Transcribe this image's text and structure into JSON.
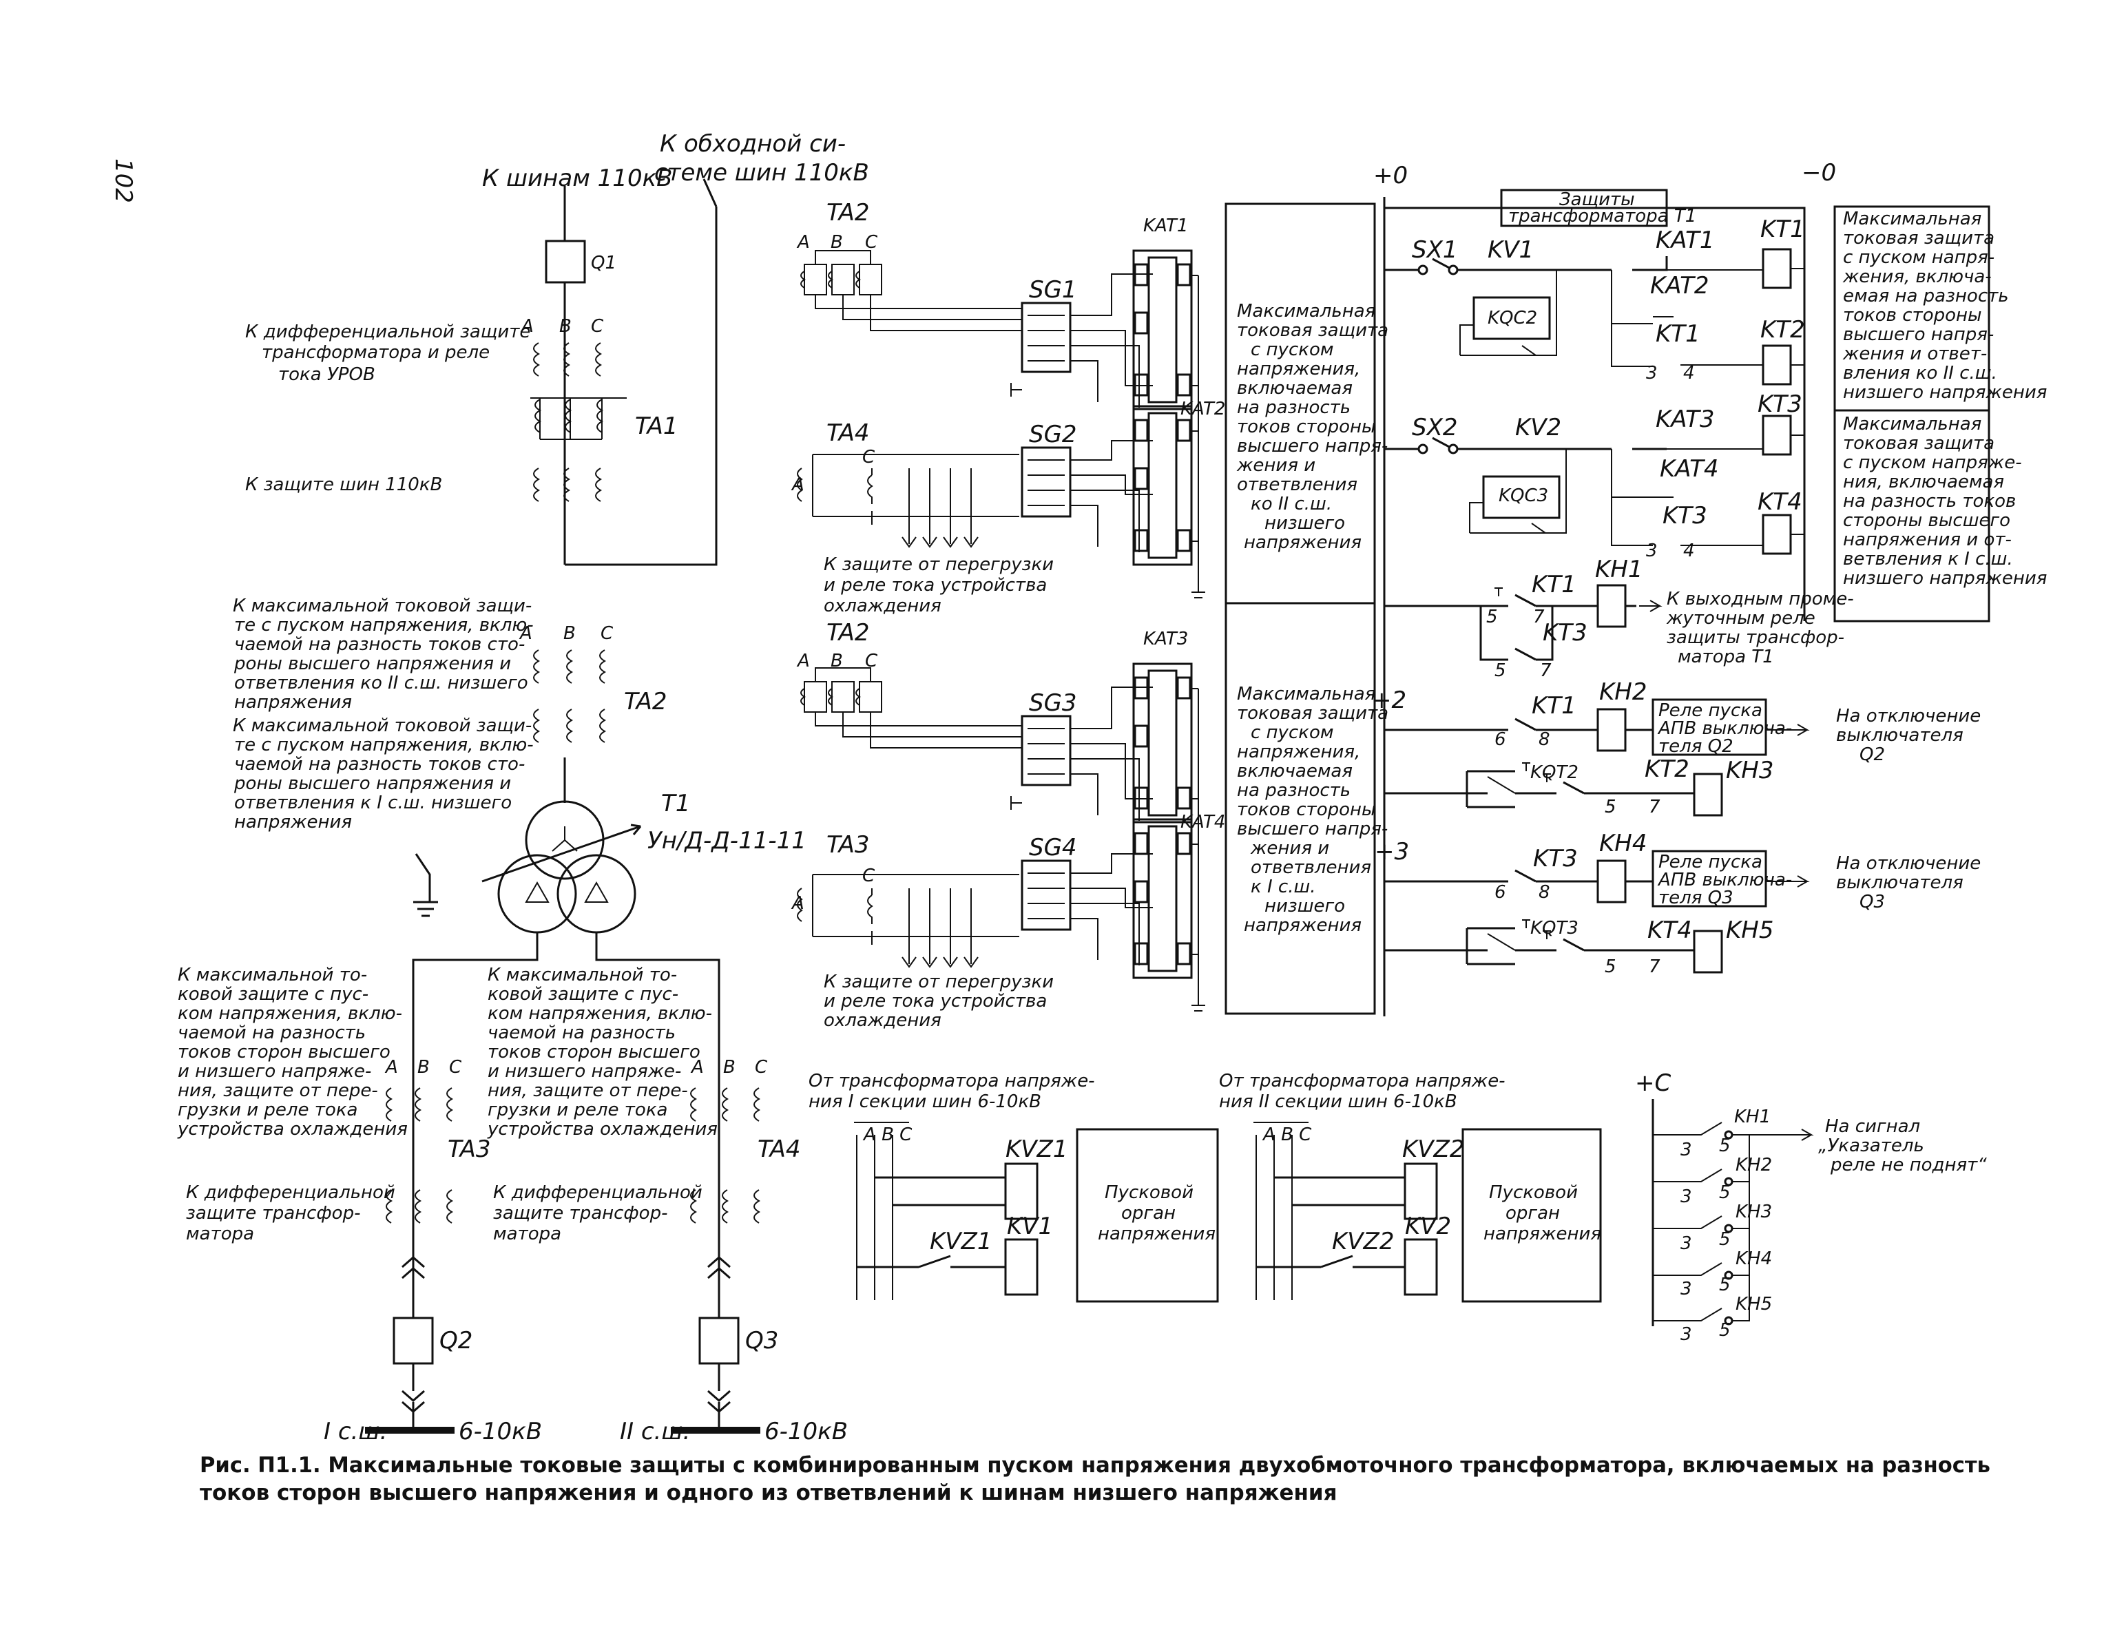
{
  "page_number": "102",
  "caption": {
    "line1": "Рис. П1.1. Максимальные токовые защиты с комбинированным пуском напряжения двухобмоточного трансформатора, включаемых на разность",
    "line2": "токов сторон высшего напряжения и одного из ответвлений к шинам низшего напряжения"
  },
  "top": {
    "to_buses": "К шинам 110кВ",
    "bypass_1": "К обходной си-",
    "bypass_2": "стеме шин 110кВ",
    "q1": "Q1"
  },
  "phases": [
    "A",
    "B",
    "C"
  ],
  "left_notes": {
    "diff_1": "К дифференциальной защите",
    "diff_2": "трансформатора и реле",
    "diff_3": "тока УРОВ",
    "bus": "К защите шин 110кВ",
    "ta1": "TA1",
    "ta2": "TA2",
    "n1": [
      "К максимальной токовой защи-",
      "те с пуском напряжения, вклю-",
      "чаемой на разность токов сто-",
      "роны высшего напряжения и",
      "ответвления ко II с.ш. низшего",
      "напряжения"
    ],
    "n2": [
      "К максимальной токовой защи-",
      "те с пуском напряжения, вклю-",
      "чаемой на разность токов сто-",
      "роны высшего напряжения и",
      "ответвления к I с.ш. низшего",
      "напряжения"
    ]
  },
  "transformer": {
    "name": "T1",
    "group": "Ун/Д-Д-11-11"
  },
  "lower": {
    "left_note": [
      "К максимальной то-",
      "ковой защите с пус-",
      "ком напряжения, вклю-",
      "чаемой на разность",
      "токов сторон высшего",
      "и низшего напряже-",
      "ния, защите от пере-",
      "грузки и реле тока",
      "устройства охлаждения"
    ],
    "left_diff": [
      "К дифференциальной",
      "защите трансфор-",
      "матора"
    ],
    "mid_note": [
      "К максимальной то-",
      "ковой защите с пус-",
      "ком напряжения, вклю-",
      "чаемой на разность",
      "токов сторон высшего",
      "и низшего напряже-",
      "ния, защите от пере-",
      "грузки и реле тока",
      "устройства охлаждения"
    ],
    "mid_diff": [
      "К дифференциальной",
      "защите трансфор-",
      "матора"
    ],
    "ta3": "TA3",
    "ta4": "TA4",
    "q2": "Q2",
    "q3": "Q3",
    "bus1": "I с.ш.",
    "bus2": "II с.ш.",
    "kv": "6-10кВ"
  },
  "circuit": {
    "ta2": "TA2",
    "ta4": "TA4",
    "ta3": "TA3",
    "sg1": "SG1",
    "sg2": "SG2",
    "sg3": "SG3",
    "sg4": "SG4",
    "kat1": "KAT1",
    "kat2": "KAT2",
    "kat3": "KAT3",
    "kat4": "KAT4",
    "overload_1": [
      "К защите от перегрузки",
      "и реле тока устройства",
      "охлаждения"
    ],
    "overload_2": [
      "К защите от перегрузки",
      "и реле тока устройства",
      "охлаждения"
    ],
    "box1": [
      "Максимальная",
      "токовая защита",
      "с пуском",
      "напряжения,",
      "включаемая",
      "на разность",
      "токов стороны",
      "высшего напря-",
      "жения и",
      "ответвления",
      "ко II с.ш.",
      "низшего",
      "напряжения"
    ],
    "box2": [
      "Максимальная",
      "токовая защита",
      "с пуском",
      "напряжения,",
      "включаемая",
      "на разность",
      "токов стороны",
      "высшего напря-",
      "жения и",
      "ответвления",
      "к I с.ш.",
      "низшего",
      "напряжения"
    ]
  },
  "logic": {
    "plus0": "+0",
    "minus0": "−0",
    "prot_t1": [
      "Защиты",
      "трансформатора Т1"
    ],
    "sx1": "SX1",
    "sx2": "SX2",
    "kv1": "KV1",
    "kv2": "KV2",
    "kqc2": "KQC2",
    "kqc3": "KQC3",
    "kat1": "KAT1",
    "kat2": "KAT2",
    "kat3": "KAT3",
    "kat4": "KAT4",
    "kt1": "KT1",
    "kt2": "KT2",
    "kt3": "KT3",
    "kt4": "KT4",
    "kh1": "KH1",
    "kh2": "KH2",
    "kh3": "KH3",
    "kh4": "KH4",
    "kh5": "KH5",
    "kqt2": "KQT2",
    "kqt3": "KQT3",
    "plus2": "+2",
    "plus3": "+3",
    "plusc": "+C",
    "out_relays": [
      "К выходным проме-",
      "жуточным реле",
      "защиты трансфор-",
      "матора Т1"
    ],
    "apv_q2": [
      "Реле пуска",
      "АПВ выключа-",
      "теля Q2"
    ],
    "apv_q3": [
      "Реле пуска",
      "АПВ выключа-",
      "теля Q3"
    ],
    "off_q2": [
      "На отключение",
      "выключателя",
      "Q2"
    ],
    "off_q3": [
      "На отключение",
      "выключателя",
      "Q3"
    ],
    "right_box1": [
      "Максимальная",
      "токовая защита",
      "с пуском напря-",
      "жения, включа-",
      "емая на разность",
      "токов стороны",
      "высшего напря-",
      "жения и ответ-",
      "вления ко II с.ш.",
      "низшего напряжения"
    ],
    "right_box2": [
      "Максимальная",
      "токовая защита",
      "с пуском напряже-",
      "ния, включаемая",
      "на разность токов",
      "стороны высшего",
      "напряжения и от-",
      "ветвления к I с.ш.",
      "низшего напряжения"
    ],
    "signal": [
      "На сигнал",
      "„Указатель",
      "реле не поднят“"
    ],
    "n3": "3",
    "n4": "4",
    "n5": "5",
    "n6": "6",
    "n7": "7",
    "n8": "8"
  },
  "voltage": {
    "src1": [
      "От трансформатора напряже-",
      "ния I секции шин 6-10кВ"
    ],
    "src2": [
      "От трансформатора напряже-",
      "ния II секции шин 6-10кВ"
    ],
    "kvz1": "KVZ1",
    "kvz2": "KVZ2",
    "kv1": "KV1",
    "kv2": "KV2",
    "organ": [
      "Пусковой",
      "орган",
      "напряжения"
    ]
  }
}
